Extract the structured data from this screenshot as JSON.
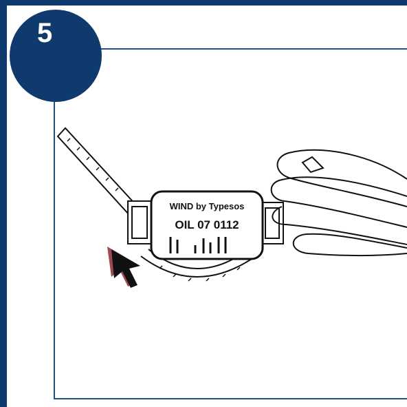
{
  "step": {
    "number": "5"
  },
  "tag": {
    "line1": "WIND by Typesos",
    "line2": "OIL 07 0112"
  },
  "colors": {
    "background": "#0f3a6e",
    "frame": "#1e4f85",
    "panel": "#ffffff",
    "line_art": "#111111",
    "cursor_shadow": "#8a1a22"
  },
  "icons": {
    "pointer": "cursor-arrow-icon"
  }
}
